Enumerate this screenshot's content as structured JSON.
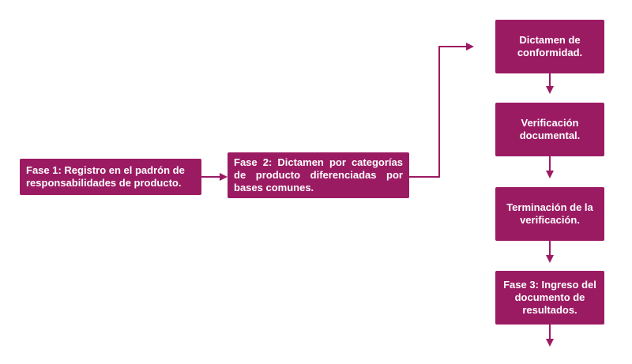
{
  "accent_color": "#9b1b63",
  "nodes": {
    "fase1": "Fase 1: Registro en el padrón de responsabilidades de producto.",
    "fase2": "Fase 2: Dictamen por categorías de producto diferenciadas por bases comunes.",
    "dictamen_conformidad": "Dictamen de conformidad.",
    "verificacion_documental": "Verificación documental.",
    "terminacion_verificacion": "Terminación de la verificación.",
    "fase3": "Fase 3: Ingreso del documento de resultados."
  }
}
